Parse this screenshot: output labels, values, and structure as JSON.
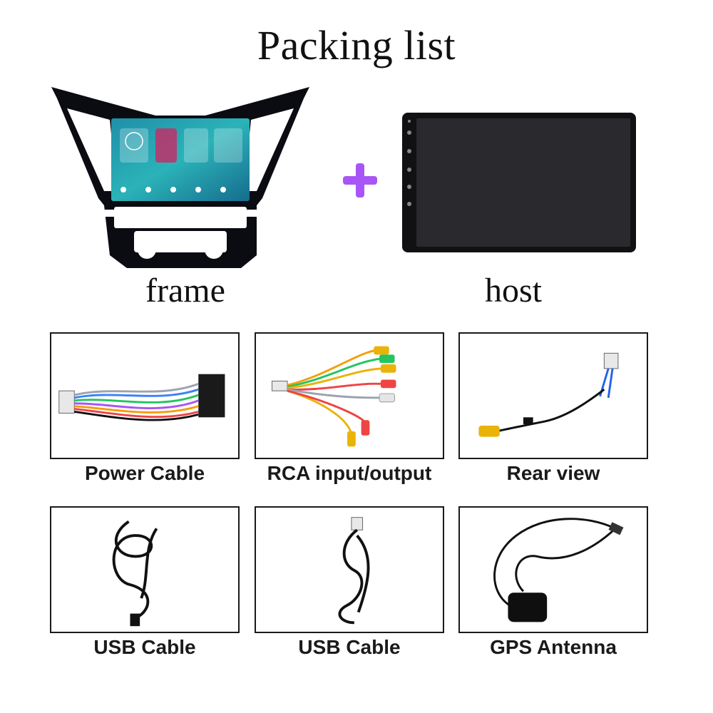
{
  "title": "Packing list",
  "products": {
    "frame_label": "frame",
    "host_label": "host",
    "plus_color": "#a855f7"
  },
  "accessories": [
    {
      "label": "Power Cable",
      "icon": "power-cable-icon"
    },
    {
      "label": "RCA input/output",
      "icon": "rca-cable-icon"
    },
    {
      "label": "Rear view",
      "icon": "rear-view-cable-icon"
    },
    {
      "label": "USB Cable",
      "icon": "usb-cable-icon"
    },
    {
      "label": "USB Cable",
      "icon": "usb-cable-icon"
    },
    {
      "label": "GPS Antenna",
      "icon": "gps-antenna-icon"
    }
  ]
}
